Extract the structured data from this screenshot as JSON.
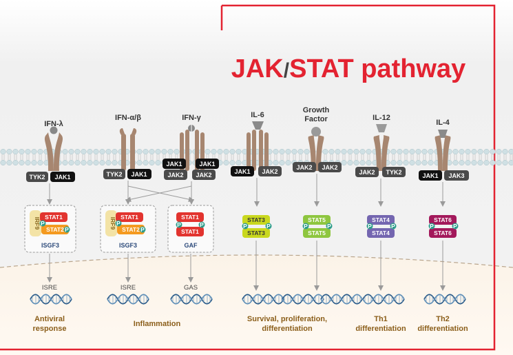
{
  "title": {
    "part1": "JAK",
    "slash": "/",
    "part2": "STAT pathway"
  },
  "colors": {
    "accent": "#e32331",
    "receptor": "#a78670",
    "jak_black": "#111111",
    "jak_gray": "#4a4a4a",
    "outcome": "#8b5e1a",
    "complex_label": "#2c4a7a"
  },
  "ligands": {
    "ifn_lambda": "IFN-λ",
    "ifn_ab": "IFN-α/β",
    "ifn_g": "IFN-γ",
    "il6": "IL-6",
    "gf_line1": "Growth",
    "gf_line2": "Factor",
    "il12": "IL-12",
    "il4": "IL-4"
  },
  "kinases": {
    "tyk2": "TYK2",
    "jak1": "JAK1",
    "jak2": "JAK2",
    "jak3": "JAK3"
  },
  "stats": {
    "stat1": "STAT1",
    "stat2": "STAT2",
    "stat3": "STAT3",
    "stat4": "STAT4",
    "stat5": "STAT5",
    "stat6": "STAT6",
    "irf9": "IRF9",
    "p": "P"
  },
  "complexes": {
    "isgf3": "ISGF3",
    "gaf": "GAF"
  },
  "genes": {
    "isre": "ISRE",
    "gas": "GAS"
  },
  "outcomes": {
    "antiviral_l1": "Antiviral",
    "antiviral_l2": "response",
    "inflammation": "Inflammation",
    "survival_l1": "Survival, proliferation,",
    "survival_l2": "differentiation",
    "th1_l1": "Th1",
    "th1_l2": "differentiation",
    "th2_l1": "Th2",
    "th2_l2": "differentiation"
  }
}
